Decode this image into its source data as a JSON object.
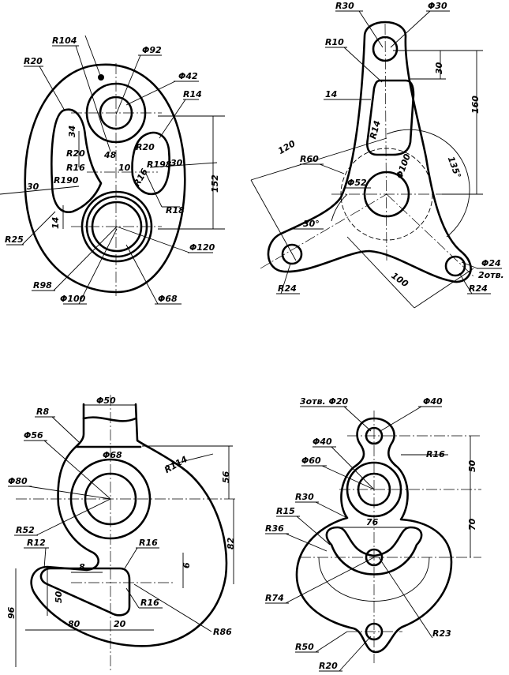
{
  "drawings": {
    "d1": {
      "labels": {
        "R104": "R104",
        "phi92": "Φ92",
        "R20a": "R20",
        "phi42": "Φ42",
        "R14": "R14",
        "n34": "34",
        "R20b": "R20",
        "n48": "48",
        "R20c": "R20",
        "R16a": "R16",
        "n10": "10",
        "R198": "R198",
        "n30a": "30",
        "R16b": "R16",
        "n30b": "30",
        "R190": "R190",
        "n152": "152",
        "R18": "R18",
        "n14": "14",
        "R25": "R25",
        "phi120": "Φ120",
        "R98": "R98",
        "phi100": "Φ100",
        "phi68": "Φ68"
      }
    },
    "d2": {
      "labels": {
        "R30": "R30",
        "phi30": "Φ30",
        "R10": "R10",
        "n30": "30",
        "n160": "160",
        "n14": "14",
        "R14": "R14",
        "n120": "120",
        "deg135": "135°",
        "R60": "R60",
        "phi100": "Φ100",
        "phi52": "Φ52",
        "deg30": "30°",
        "n100": "100",
        "R24a": "R24",
        "phi24": "Φ24",
        "holes2": "2отв.",
        "R24b": "R24"
      }
    },
    "d3": {
      "labels": {
        "phi50": "Φ50",
        "R8": "R8",
        "phi68": "Φ68",
        "phi56": "Φ56",
        "R114": "R114",
        "n56": "56",
        "phi80": "Φ80",
        "R52": "R52",
        "n82": "82",
        "R12": "R12",
        "R16a": "R16",
        "n8": "8",
        "n6": "6",
        "n50": "50",
        "R16b": "R16",
        "n96": "96",
        "n80": "80",
        "n20": "20",
        "R86": "R86"
      }
    },
    "d4": {
      "labels": {
        "holes3": "3отв. Φ20",
        "phi40a": "Φ40",
        "phi40b": "Φ40",
        "R16": "R16",
        "phi60": "Φ60",
        "n50": "50",
        "R30": "R30",
        "n76": "76",
        "R15": "R15",
        "n70": "70",
        "R36": "R36",
        "R74": "R74",
        "R23": "R23",
        "R50": "R50",
        "R20": "R20"
      }
    }
  }
}
